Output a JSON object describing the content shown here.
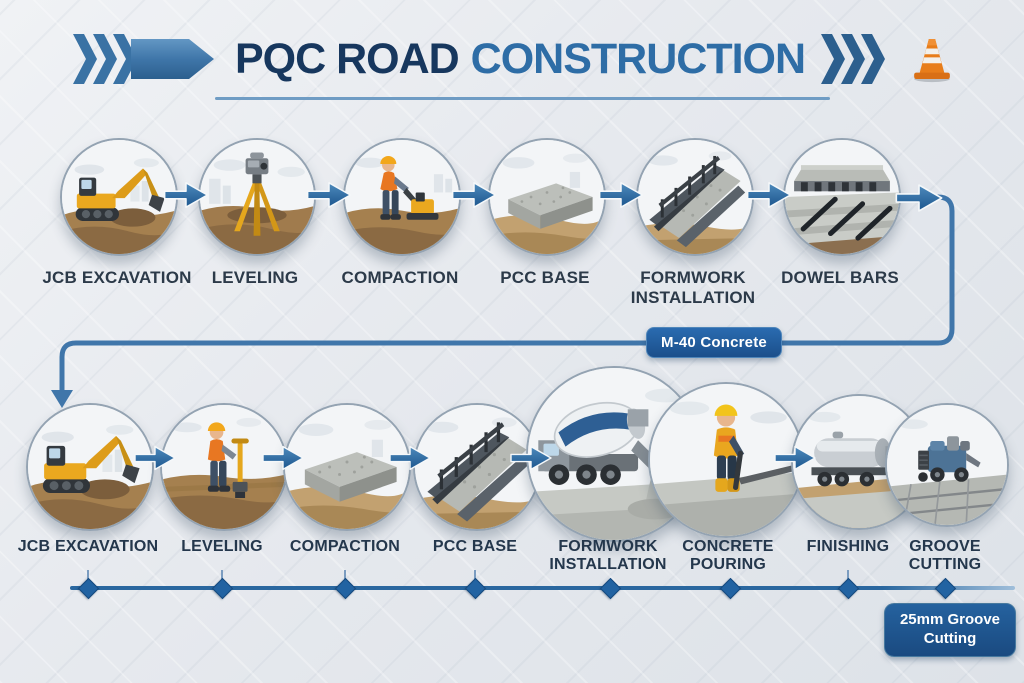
{
  "title": {
    "part1": "PQC ROAD",
    "part2": "CONSTRUCTION",
    "left_decoration_icon": "triple-chevron-arrow",
    "right_decoration_icon": "triple-chevron",
    "corner_icon": "traffic-cone"
  },
  "colors": {
    "title_dark_navy": "#17375e",
    "title_blue": "#2e6da6",
    "arrow_blue": "#2e6da6",
    "connector_blue": "#4076aa",
    "badge_bg": "#1b4f8b",
    "timeline_blue": "#2a679f",
    "cone_orange": "#e87d1a",
    "label_dark": "#2c3a49"
  },
  "top_row": {
    "steps": [
      {
        "label": "JCB EXCAVATION",
        "icon": "excavator"
      },
      {
        "label": "LEVELING",
        "icon": "survey-tripod"
      },
      {
        "label": "COMPACTION",
        "icon": "plate-compactor-worker"
      },
      {
        "label": "PCC BASE",
        "icon": "concrete-slab"
      },
      {
        "label": "FORMWORK INSTALLATION",
        "icon": "formwork-rails"
      },
      {
        "label": "DOWEL BARS",
        "icon": "dowel-bars"
      }
    ]
  },
  "connector": {
    "badge": "M-40 Concrete"
  },
  "bottom_row": {
    "steps": [
      {
        "label": "JCB EXCAVATION",
        "icon": "excavator"
      },
      {
        "label": "LEVELING",
        "icon": "rammer-worker"
      },
      {
        "label": "COMPACTION",
        "icon": "concrete-slab"
      },
      {
        "label": "PCC BASE",
        "icon": "formwork-rails"
      },
      {
        "label": "FORMWORK INSTALLATION",
        "icon": "mixer-truck-pouring"
      },
      {
        "label": "CONCRETE POURING",
        "icon": "pouring-worker"
      },
      {
        "label": "FINISHING",
        "icon": "tanker-truck"
      },
      {
        "label": "GROOVE CUTTING",
        "icon": "groove-cutting-machine"
      }
    ]
  },
  "footer_badge": {
    "line1": "25mm Groove",
    "line2": "Cutting"
  }
}
